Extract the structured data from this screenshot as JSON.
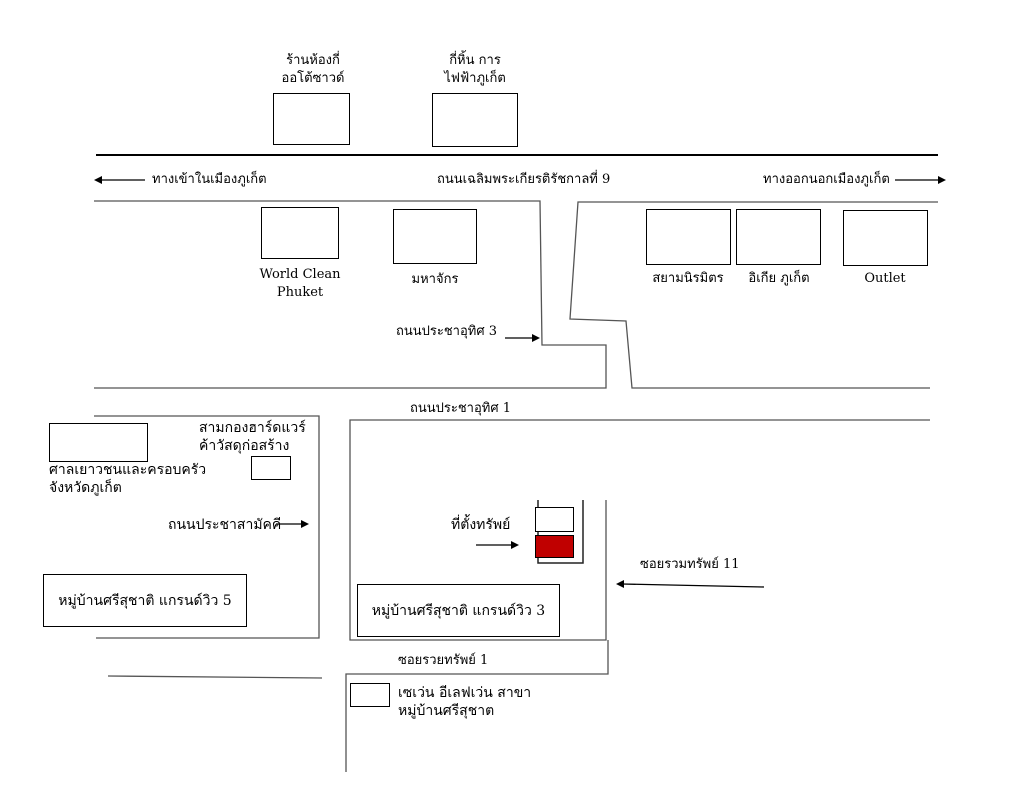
{
  "roads": {
    "main_road": "ถนนเฉลิมพระเกียรติรัชกาลที่ 9",
    "to_city": "ทางเข้าในเมืองภูเก็ต",
    "to_out": "ทางออกนอกเมืองภูเก็ต",
    "pracha_uthit_3": "ถนนประชาอุทิศ 3",
    "pracha_uthit_1": "ถนนประชาอุทิศ 1",
    "pracha_samakkhi": "ถนนประชาสามัคคี",
    "soi_ruam_sap_11": "ซอยรวมทรัพย์ 11",
    "soi_ruay_sap_1": "ซอยรวยทรัพย์ 1"
  },
  "places": {
    "tire_shop": [
      "ร้านห้องกี่",
      "ออโต้ซาวด์"
    ],
    "electricity": [
      "กี่หิ้น การ",
      "ไฟฟ้าภูเก็ต"
    ],
    "world_clean": [
      "World Clean",
      "Phuket"
    ],
    "mahachak": "มหาจักร",
    "siam_nimit": "สยามนิรมิตร",
    "ikea": "อิเกีย ภูเก็ต",
    "outlet": "Outlet",
    "youth_court": [
      "ศาลเยาวชนและครอบครัว",
      "จังหวัดภูเก็ต"
    ],
    "hardware": [
      "สามกองฮาร์ดแวร์",
      "ค้าวัสดุก่อสร้าง"
    ],
    "property_label": "ที่ตั้งทรัพย์",
    "village_5": "หมู่บ้านศรีสุชาติ แกรนด์วิว  5",
    "village_3": "หมู่บ้านศรีสุชาติ แกรนด์วิว 3",
    "seven_eleven": [
      "เซเว่น อีเลฟเว่น สาขา",
      "หมู่บ้านศรีสุชาต"
    ]
  },
  "colors": {
    "property_fill": "#c00000",
    "road_line": "#555555"
  }
}
